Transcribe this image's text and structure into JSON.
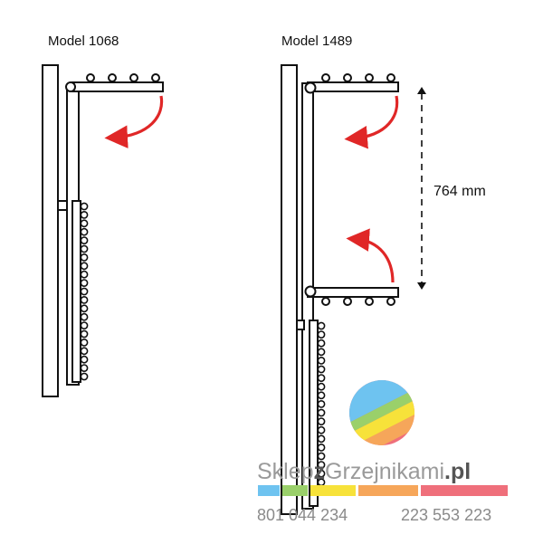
{
  "models": [
    {
      "title": "Model 1068"
    },
    {
      "title": "Model 1489"
    }
  ],
  "dimension": {
    "label": "764 mm"
  },
  "brand": {
    "name_part1": "Sklep",
    "name_part2": "z",
    "name_part3": "Grzejnikami",
    "name_part4": ".pl",
    "phone_1": "801 044 234",
    "phone_2": "223 553 223",
    "colors": {
      "text_gray": "#9a9a9a",
      "text_dark": "#555555",
      "blue": "#6ec3f0",
      "green": "#9ad06a",
      "yellow": "#f7e23a",
      "orange": "#f6a65a",
      "pink": "#ef6f7b"
    }
  },
  "arrow_color": "#e02727"
}
